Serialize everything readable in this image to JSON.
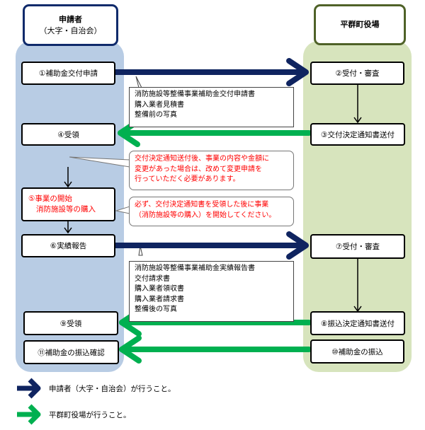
{
  "lanes": {
    "applicant": {
      "title": "申請者",
      "subtitle": "（大字・自治会）"
    },
    "town": {
      "title": "平群町役場"
    }
  },
  "steps": {
    "s1": "①補助金交付申請",
    "s2": "②受付・審査",
    "s3": "③交付決定通知書送付",
    "s4": "④受領",
    "s5_line1": "⑤事業の開始",
    "s5_line2": "消防施設等の購入",
    "s6": "⑥実績報告",
    "s7": "⑦受付・審査",
    "s8": "⑧振込決定通知書送付",
    "s9": "⑨受領",
    "s10": "⑩補助金の振込",
    "s11": "⑪補助金の振込確認"
  },
  "documents": {
    "application": [
      "消防施設等整備事業補助金交付申請書",
      "購入業者見積書",
      "整備前の写真"
    ],
    "report": [
      "消防施設等整備事業補助金実績報告書",
      "交付請求書",
      "購入業者領収書",
      "購入業者請求書",
      "整備後の写真"
    ]
  },
  "notes": {
    "change": [
      "交付決定通知送付後、事業の内容や金額に",
      "変更があった場合は、改めて変更申請を",
      "行っていただく必要があります。"
    ],
    "order": [
      "必ず、交付決定通知書を受領した後に事業",
      "（消防施設等の購入）を開始してください。"
    ]
  },
  "legend": {
    "applicant": "申請者（大字・自治会）が行うこと。",
    "town": "平群町役場が行うこと。"
  },
  "colors": {
    "applicant_arrow": "#0f2460",
    "town_arrow": "#00b050",
    "applicant_lane": "#b8cce4",
    "town_lane": "#d7e4bd",
    "note_text": "#ff0000"
  }
}
